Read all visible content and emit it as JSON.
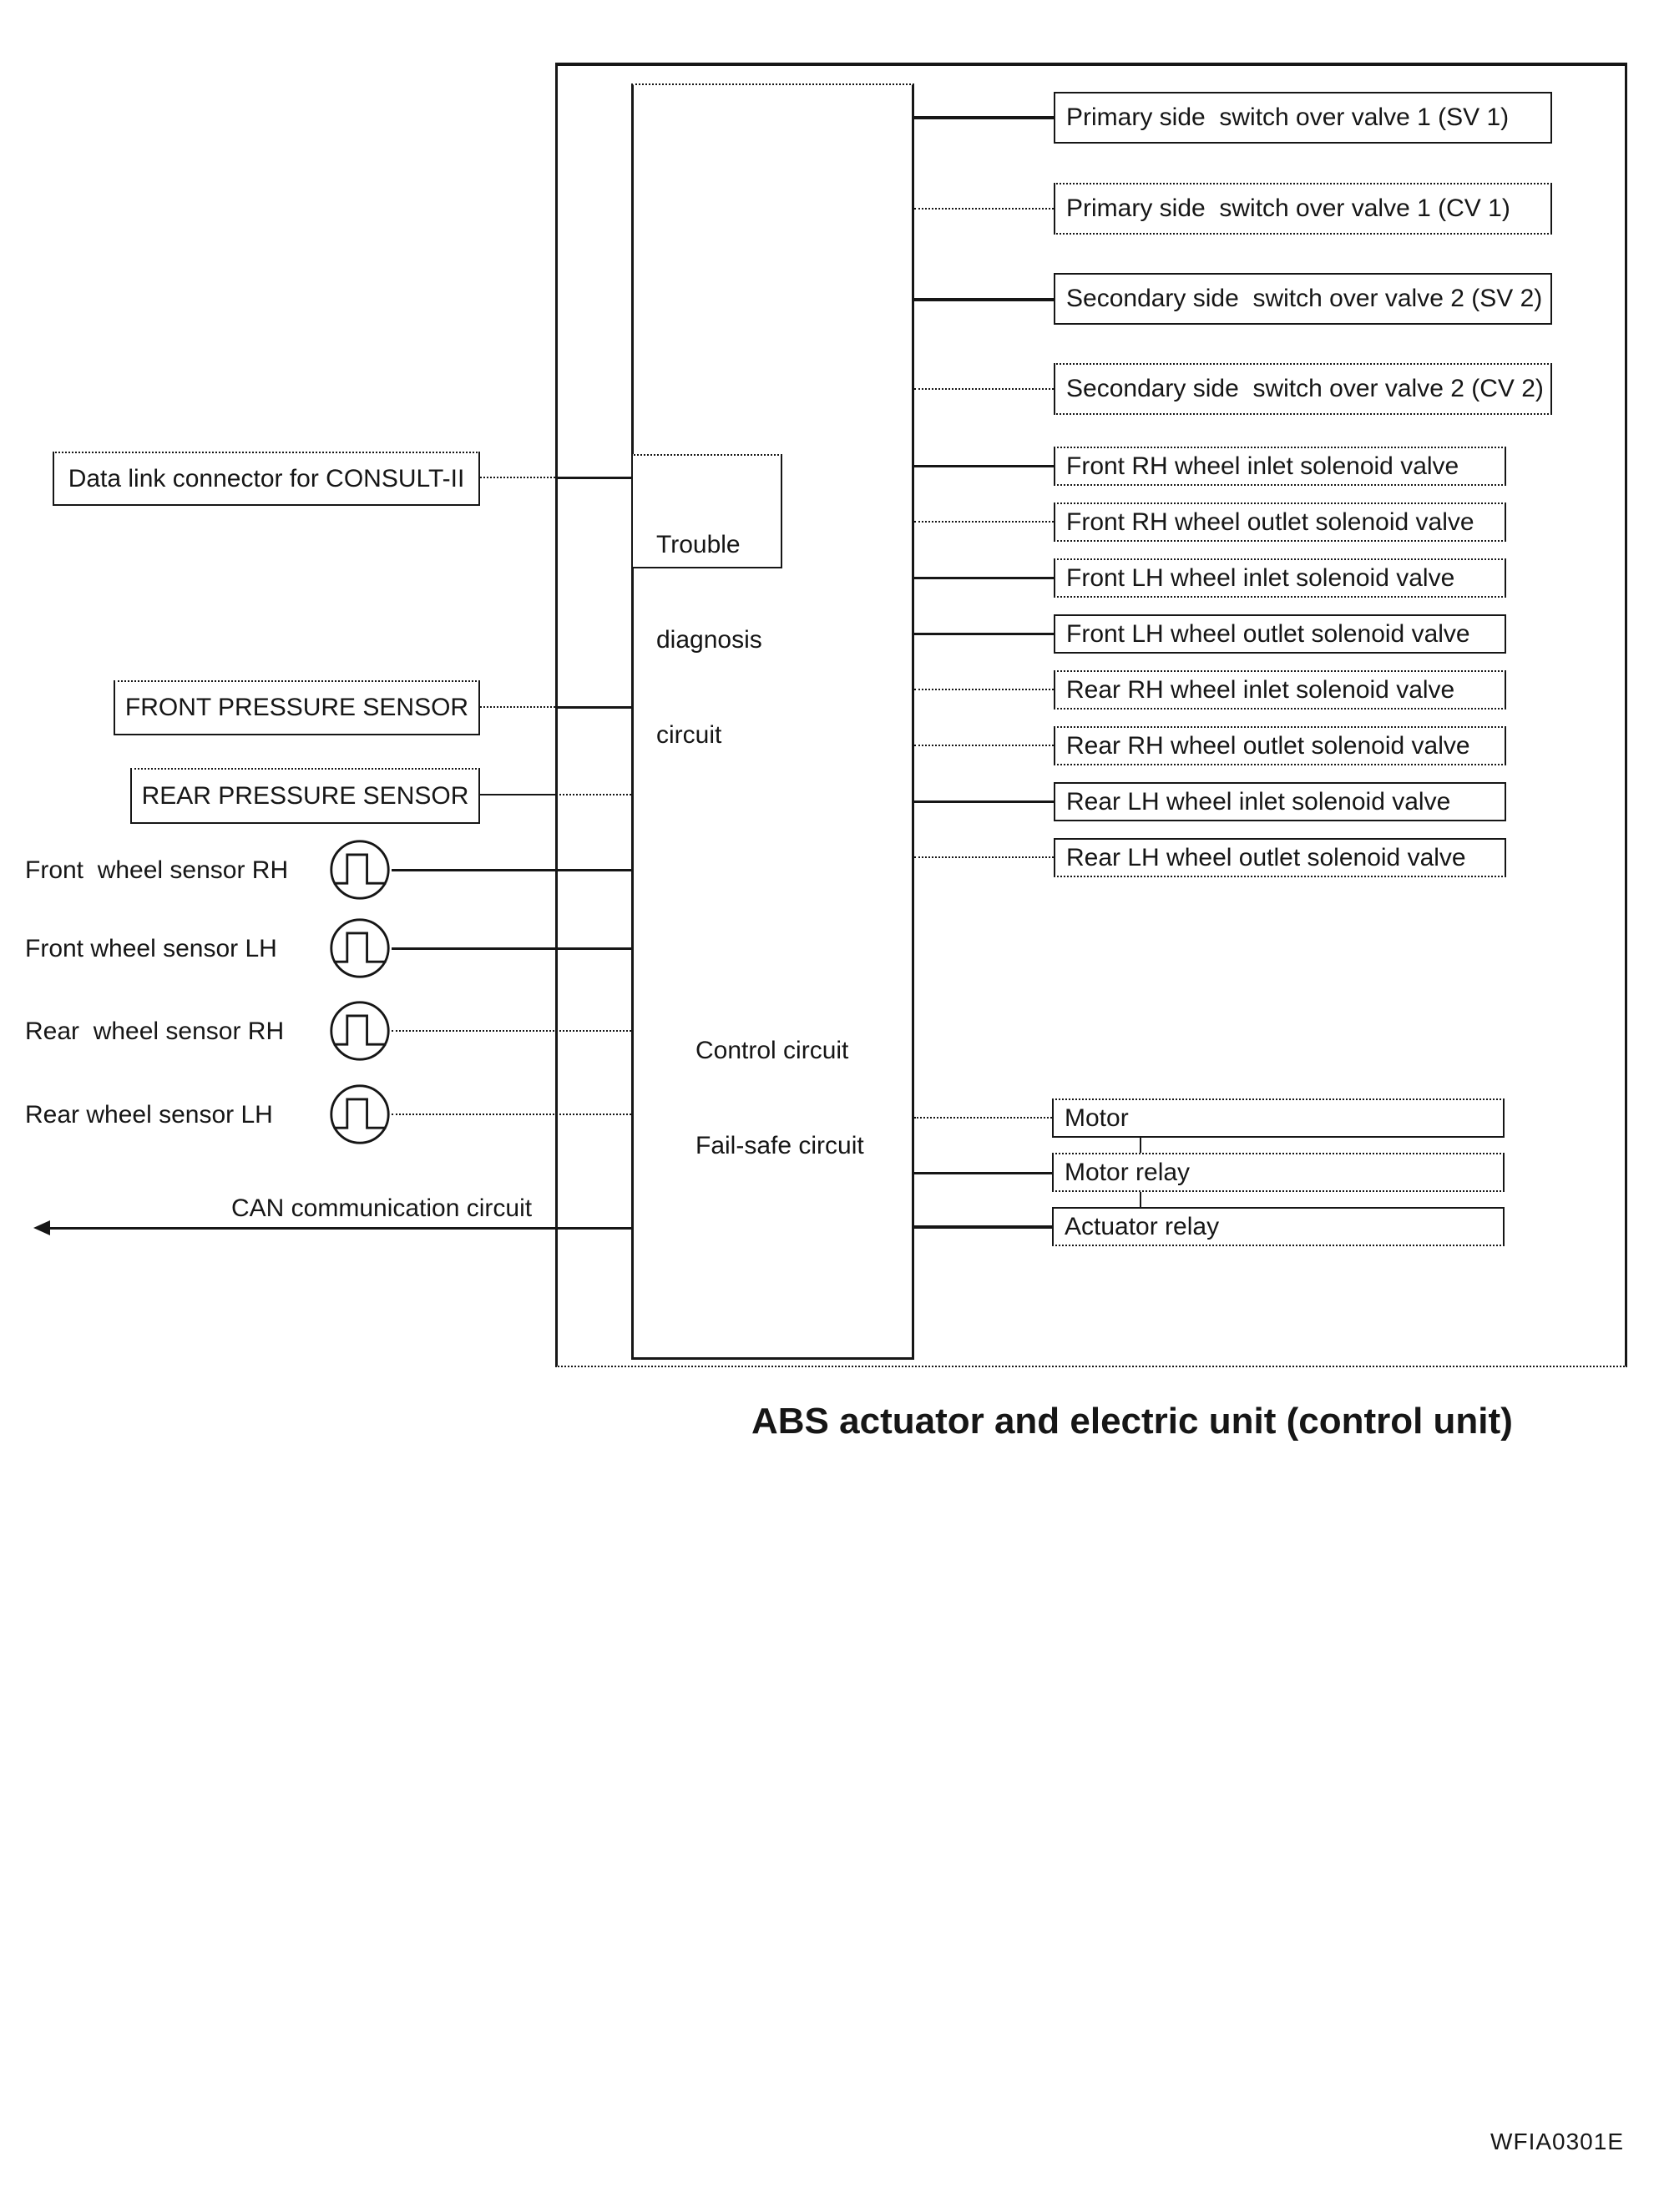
{
  "page": {
    "caption": "ABS actuator and electric unit (control unit)",
    "figure_code": "WFIA0301E"
  },
  "colors": {
    "line": "#161616",
    "background": "#ffffff"
  },
  "control_unit": {
    "trouble_lines": [
      "Trouble",
      "diagnosis",
      "circuit"
    ],
    "control_lines": [
      "Control circuit",
      "Fail-safe circuit"
    ]
  },
  "left": {
    "data_link_label": "Data link connector for CONSULT-II",
    "front_pressure_label": "FRONT PRESSURE SENSOR",
    "rear_pressure_label": "REAR PRESSURE SENSOR",
    "wheel_sensor_labels": [
      "Front  wheel sensor RH",
      "Front wheel sensor LH",
      "Rear  wheel sensor RH",
      "Rear wheel sensor LH"
    ],
    "can_label": "CAN communication circuit",
    "sensor_icon": "pulse-wave-circle-icon"
  },
  "right_boxes": [
    "Primary side  switch over valve 1 (SV 1)",
    "Primary side  switch over valve 1 (CV 1)",
    "Secondary side  switch over valve 2 (SV 2)",
    "Secondary side  switch over valve 2 (CV 2)",
    "Front RH wheel inlet solenoid valve",
    "Front RH wheel outlet solenoid valve",
    "Front LH wheel inlet solenoid valve",
    "Front LH wheel outlet solenoid valve",
    "Rear RH wheel inlet solenoid valve",
    "Rear RH wheel outlet solenoid valve",
    "Rear LH wheel inlet solenoid valve",
    "Rear LH wheel outlet solenoid valve"
  ],
  "motor_boxes": [
    "Motor",
    "Motor relay",
    "Actuator relay"
  ]
}
